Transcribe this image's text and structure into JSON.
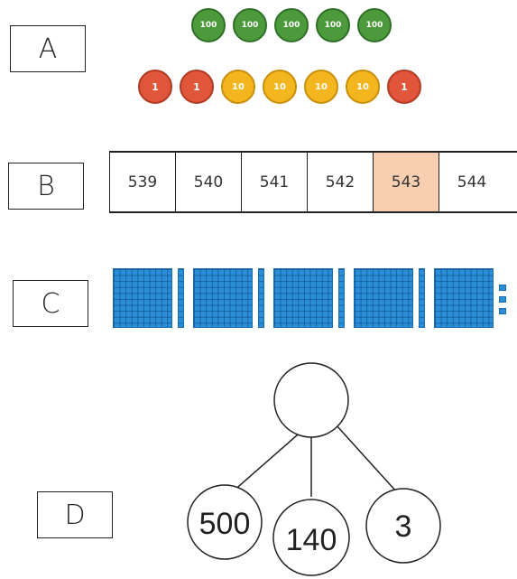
{
  "labels": {
    "a": "A",
    "b": "B",
    "c": "C",
    "d": "D"
  },
  "section_a": {
    "row_hundreds": [
      "100",
      "100",
      "100",
      "100",
      "100"
    ],
    "row_mixed": [
      {
        "value": "1",
        "kind": "one"
      },
      {
        "value": "1",
        "kind": "one"
      },
      {
        "value": "10",
        "kind": "ten"
      },
      {
        "value": "10",
        "kind": "ten"
      },
      {
        "value": "10",
        "kind": "ten"
      },
      {
        "value": "10",
        "kind": "ten"
      },
      {
        "value": "1",
        "kind": "one"
      }
    ],
    "colors": {
      "hundred": "#4c9a3b",
      "ten": "#f3b61f",
      "one": "#e0563a"
    }
  },
  "section_b": {
    "cells": [
      "539",
      "540",
      "541",
      "542",
      "543",
      "544"
    ],
    "highlighted": "543",
    "highlight_color": "#f7cfb0"
  },
  "section_c": {
    "hundreds_flats": 5,
    "tens_rods": 4,
    "ones_units": 3,
    "block_color": "#2b8fd8"
  },
  "section_d": {
    "whole": "",
    "parts": [
      "500",
      "140",
      "3"
    ]
  }
}
